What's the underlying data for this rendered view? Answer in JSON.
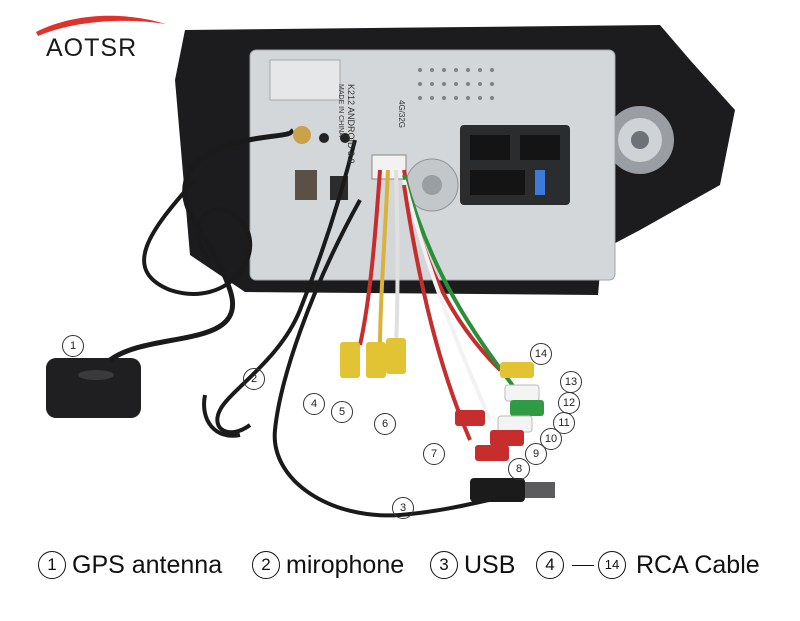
{
  "brand": {
    "name": "AOTSR",
    "swoosh_color": "#e0312b"
  },
  "unit_labels": {
    "model": "K212 ANDROID 8.0",
    "made_in": "MADE IN CHINA",
    "memory": "4G/32G"
  },
  "callouts": [
    "1",
    "2",
    "3",
    "4",
    "5",
    "6",
    "7",
    "8",
    "9",
    "10",
    "11",
    "12",
    "13",
    "14"
  ],
  "caption": {
    "gps": {
      "num": "1",
      "label": "GPS antenna"
    },
    "mic": {
      "num": "2",
      "label": "mirophone"
    },
    "usb": {
      "num": "3",
      "label": "USB"
    },
    "rca": {
      "num_from": "4",
      "num_to": "14",
      "label": "RCA Cable"
    }
  }
}
